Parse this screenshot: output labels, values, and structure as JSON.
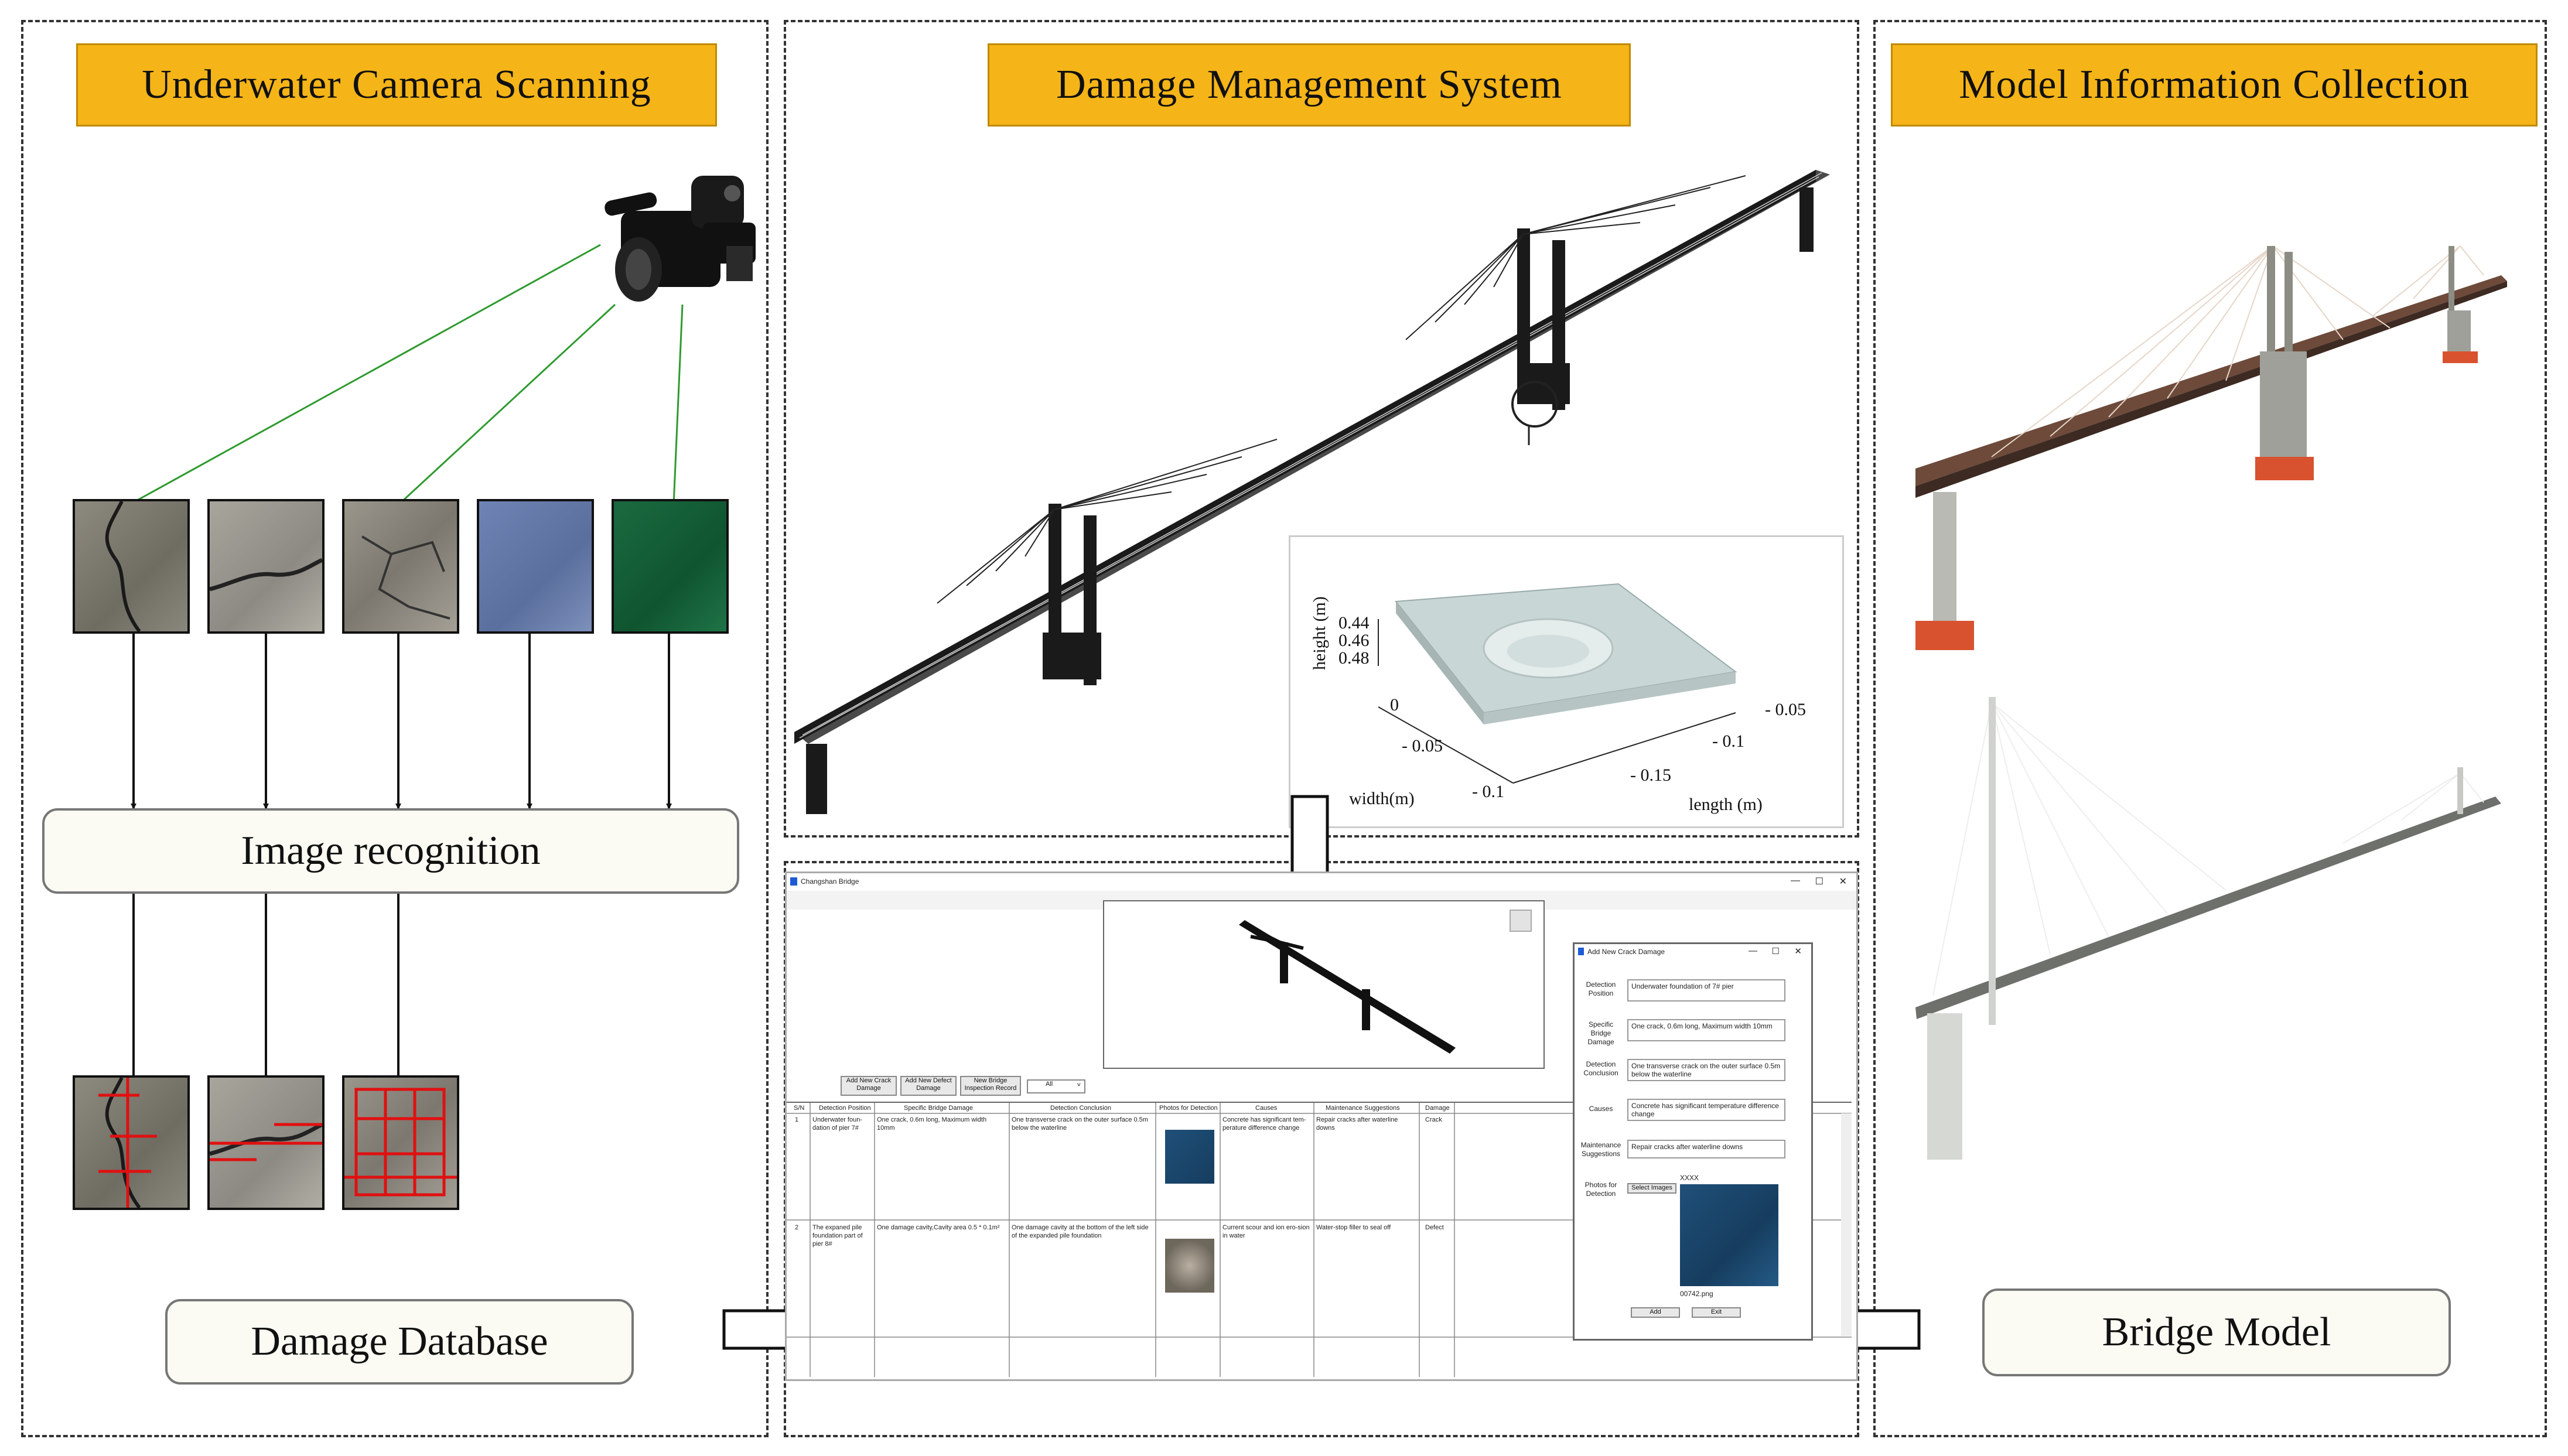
{
  "panels": {
    "left_title": "Underwater Camera Scanning",
    "middle_title": "Damage Management System",
    "right_title": "Model Information Collection"
  },
  "left": {
    "image_recognition": "Image recognition",
    "damage_database": "Damage Database"
  },
  "right": {
    "bridge_model": "Bridge Model"
  },
  "surface_plot": {
    "z_label": "height (m)",
    "z_ticks": [
      "0.44",
      "0.46",
      "0.48"
    ],
    "width_label": "width(m)",
    "width_ticks": [
      "0",
      "- 0.05",
      "- 0.1"
    ],
    "length_label": "length (m)",
    "length_ticks": [
      "- 0.05",
      "- 0.1",
      "- 0.15"
    ]
  },
  "software": {
    "window_title": "Changshan Bridge",
    "buttons": {
      "add_crack": "Add New Crack Damage",
      "add_defect": "Add New Defect Damage",
      "add_record": "New Bridge Inspection Record",
      "filter": "All"
    },
    "columns": [
      "S/N",
      "Detection Position",
      "Specific Bridge Damage",
      "Detection Conclusion",
      "Photos for Detection",
      "Causes",
      "Maintenance Suggestions",
      "Damage"
    ],
    "rows": [
      {
        "sn": "1",
        "position": "Underwater foun-dation of pier 7#",
        "damage": "One crack, 0.6m long, Maximum width 10mm",
        "conclusion": "One transverse crack on the outer surface 0.5m below the waterline",
        "causes": "Concrete has significant tem-perature difference change",
        "suggestions": "Repair cracks after waterline downs",
        "type": "Crack"
      },
      {
        "sn": "2",
        "position": "The expaned pile foundation part of pier 8#",
        "damage": "One damage cavity,Cavity area 0.5 * 0.1m²",
        "conclusion": "One damage cavity at the bottom of the left side of the expanded pile foundation",
        "causes": "Current scour and ion ero-sion in water",
        "suggestions": "Water-stop filler to seal off",
        "type": "Defect"
      }
    ],
    "dialog": {
      "title": "Add New Crack Damage",
      "fields": [
        {
          "label": "Detection Position",
          "value": "Underwater foundation of 7# pier"
        },
        {
          "label": "Specific Bridge Damage",
          "value": "One crack, 0.6m long, Maximum width 10mm"
        },
        {
          "label": "Detection Conclusion",
          "value": "One transverse crack on the outer surface 0.5m below the waterline"
        },
        {
          "label": "Causes",
          "value": "Concrete has significant temperature difference change"
        },
        {
          "label": "Maintenance Suggestions",
          "value": "Repair cracks after waterline downs"
        }
      ],
      "photos_label": "Photos for Detection",
      "select_images": "Select Images",
      "xxxx": "XXXX",
      "file_name": "00742.png",
      "add": "Add",
      "exit": "Exit"
    }
  },
  "colors": {
    "header_fill": "#f5b418",
    "recognition_red": "#e01010",
    "scan_line": "#2f9a2f"
  }
}
